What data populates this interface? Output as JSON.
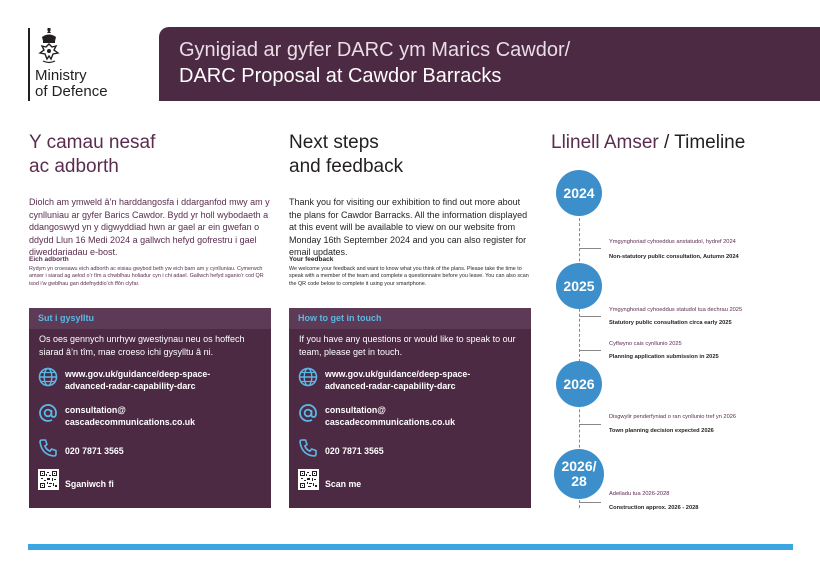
{
  "header": {
    "org_line1": "Ministry",
    "org_line2": "of Defence",
    "title_welsh": "Gynigiad ar gyfer DARC ym Marics Cawdor/",
    "title_english": "DARC Proposal at Cawdor Barracks"
  },
  "welsh": {
    "heading_line1": "Y camau nesaf",
    "heading_line2": "ac adborth",
    "intro": "Diolch am ymweld â’n harddangosfa i ddarganfod mwy am y cynlluniau ar gyfer Barics Cawdor. Bydd yr holl wybodaeth a ddangoswyd yn y digwyddiad hwn ar gael ar ein gwefan o ddydd Llun 16 Medi 2024 a gallwch hefyd gofrestru i gael diweddariadau e-bost.",
    "feedback_heading": "Eich adborth",
    "feedback_text": "Rydym yn croesawu eich adborth ac eisiau gwybod beth yw eich barn am y cynlluniau. Cymerwch amser i siarad ag aelod o’r tîm a chwblhau holiadur cyn i chi adael. Gallwch hefyd sganio’r cod QR isod i’w gwblhau gan ddefnyddio’ch ffôn clyfar.",
    "contact": {
      "heading": "Sut i gysylltu",
      "intro": "Os oes gennych unrhyw gwestiynau neu os hoffech siarad â’n tîm, mae croeso ichi gysylltu â ni.",
      "web_line1": "www.gov.uk/guidance/deep-space-",
      "web_line2": "advanced-radar-capability-darc",
      "email_line1": "consultation@",
      "email_line2": "cascadecommunications.co.uk",
      "phone": "020 7871 3565",
      "scan": "Sganiwch fi"
    }
  },
  "english": {
    "heading_line1": "Next steps",
    "heading_line2": "and feedback",
    "intro": "Thank you for visiting our exhibition to find out more about the plans for Cawdor Barracks. All the information displayed at this event will be available to view on our website from Monday 16th September 2024 and you can also register for email updates.",
    "feedback_heading": "Your feedback",
    "feedback_text": "We welcome your feedback and want to know what you think of the plans. Please take the time to speak with a member of the team and complete a questionnaire before you leave. You can also scan the QR code below to complete it using your smartphone.",
    "contact": {
      "heading": "How to get in touch",
      "intro": "If you have any questions or would like to speak to our team, please get in touch.",
      "web_line1": "www.gov.uk/guidance/deep-space-",
      "web_line2": "advanced-radar-capability-darc",
      "email_line1": "consultation@",
      "email_line2": "cascadecommunications.co.uk",
      "phone": "020 7871 3565",
      "scan": "Scan me"
    }
  },
  "timeline": {
    "heading_welsh": "Llinell Amser",
    "heading_sep": " / ",
    "heading_english": "Timeline",
    "years": [
      "2024",
      "2025",
      "2026",
      "2026/\n28"
    ],
    "events": [
      {
        "welsh": "Ymgynghoriad cyhoeddus anstatudol, hydref 2024",
        "english": "Non-statutory public consultation, Autumn 2024"
      },
      {
        "welsh": "Ymgynghoriad cyhoeddus statudol tua dechrau 2025",
        "english": "Statutory public consultation circa early 2025"
      },
      {
        "welsh": "Cyflwyno cais cynllunio 2025",
        "english": "Planning application submission in 2025"
      },
      {
        "welsh": "Disgwylir penderfyniad o ran cynllunio tref yn 2026",
        "english": "Town planning decision expected 2026"
      },
      {
        "welsh": "Adeiladu tua 2026-2028",
        "english": "Construction approx. 2026 - 2028"
      }
    ]
  },
  "colors": {
    "plum": "#4d2a44",
    "accent_blue": "#3d8fcb",
    "footer_blue": "#3aa6e2"
  },
  "icons": [
    "royal-crest-icon",
    "globe-icon",
    "at-sign-icon",
    "phone-icon",
    "qr-code-icon"
  ]
}
